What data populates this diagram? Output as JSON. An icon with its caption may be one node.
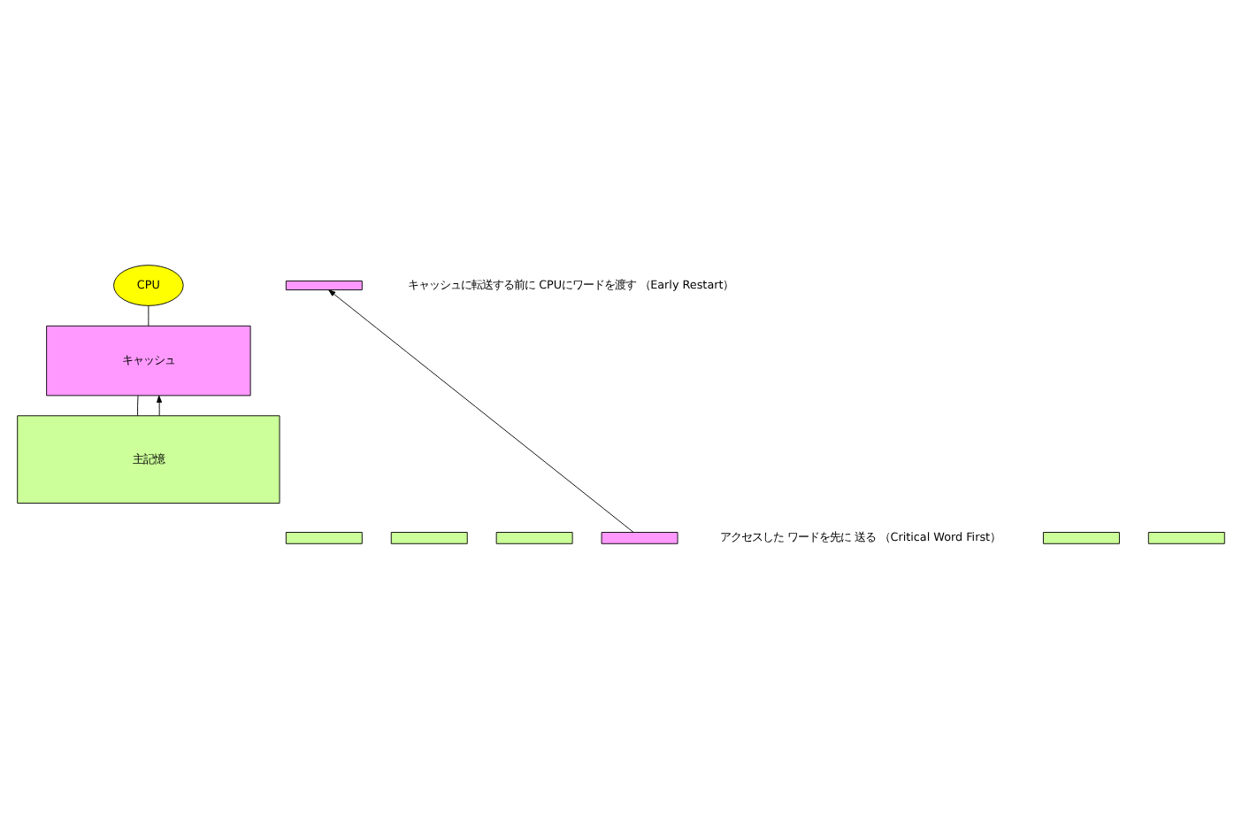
{
  "diagram": {
    "nodes": [
      {
        "text": [
          "CPU"
        ]
      },
      {
        "text": [
          "キャッシュ"
        ]
      },
      {
        "text": [
          "主記憶"
        ]
      },
      {
        "text": [],
        "shape": "bar"
      },
      {
        "text": [],
        "shape": "bar"
      },
      {
        "text": [],
        "shape": "bar"
      },
      {
        "text": [],
        "shape": "bar"
      },
      {
        "text": [],
        "shape": "bar"
      },
      {
        "text": [],
        "shape": "bar"
      },
      {
        "text": [],
        "shape": "bar"
      }
    ],
    "edges": [
      {
        "from": 0,
        "to": 1,
        "arrow": "none"
      },
      {
        "from": 1,
        "to": 2,
        "arrow": "none"
      },
      {
        "from": 2,
        "to": 1,
        "arrow": "to"
      },
      {
        "from": 7,
        "to": 3,
        "arrow": "to"
      }
    ],
    "labels": [
      "キャッシュに転送する前に CPUにワードを渡す （Early Restart）",
      "アクセスした ワードを先に 送る （Critical Word First）"
    ]
  }
}
